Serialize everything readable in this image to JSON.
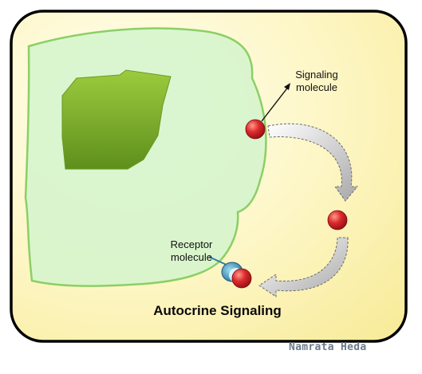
{
  "labels": {
    "signaling_molecule": "Signaling\nmolecule",
    "receptor_molecule": "Receptor\nmolecule",
    "title": "Autocrine Signaling",
    "watermark": "Namrata Heda"
  },
  "colors": {
    "frame": "#000000",
    "background_light": "#fffef0",
    "background_warm": "#fbf0a8",
    "cell_fill": "#d6f5cf",
    "cell_border": "#8ccf66",
    "nucleus": "#7fb02a",
    "molecule": "#d0222a",
    "receptor": "#2a7fa8",
    "arrow": "#9a9a9a"
  }
}
